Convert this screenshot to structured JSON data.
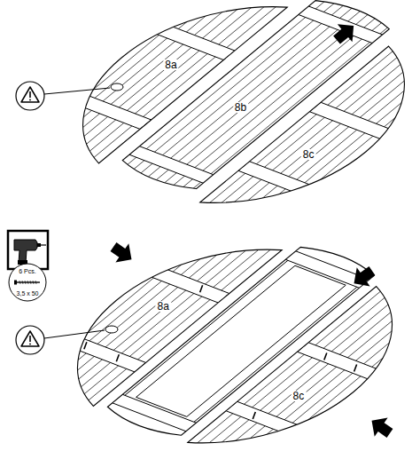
{
  "diagram": {
    "labels": [
      "8a",
      "8b",
      "8c",
      "6 Pcs.",
      "3,5 x 50",
      "8a",
      "8c"
    ]
  }
}
